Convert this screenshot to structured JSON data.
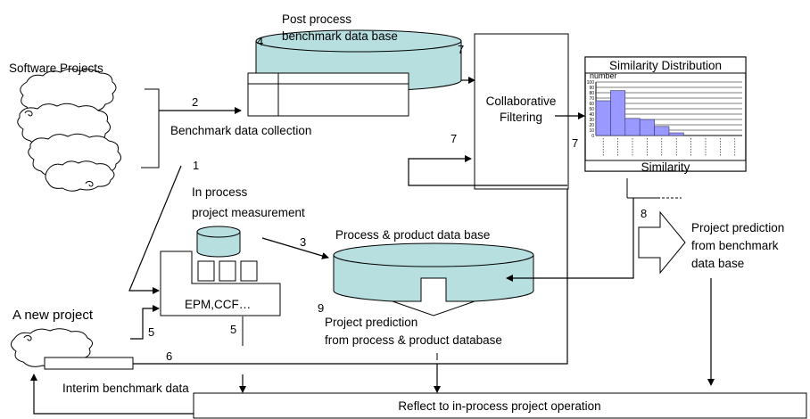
{
  "labels": {
    "software_projects": "Software Projects",
    "post_process_line1": "Post process",
    "post_process_line2": "benchmark data base",
    "benchmark_collection": "Benchmark data collection",
    "collaborative_line1": "Collaborative",
    "collaborative_line2": "Filtering",
    "in_process_line1": "In process",
    "in_process_line2": "project measurement",
    "process_product_db": "Process & product data base",
    "epm_ccf": "EPM,CCF…",
    "a_new_project": "A new project",
    "prediction_pp_line1": "Project prediction",
    "prediction_pp_line2": "from process & product database",
    "prediction_bm_line1": "Project prediction",
    "prediction_bm_line2": "from benchmark",
    "prediction_bm_line3": "data base",
    "interim_benchmark": "Interim benchmark data",
    "reflect": "Reflect to in-process project operation"
  },
  "step_numbers": {
    "n1": "1",
    "n2": "2",
    "n3": "3",
    "n4": "4",
    "n5a": "5",
    "n5b": "5",
    "n6": "6",
    "n7a": "7",
    "n7b": "7",
    "n7c": "7",
    "n8": "8",
    "n9": "9"
  },
  "chart_data": {
    "type": "bar",
    "title": "Similarity Distribution",
    "ylabel": "number",
    "xlabel": "Similarity",
    "ylim": [
      0,
      100
    ],
    "yticks": [
      0,
      10,
      20,
      30,
      40,
      50,
      60,
      70,
      80,
      90,
      100
    ],
    "values": [
      65,
      84,
      32,
      30,
      17,
      5,
      0,
      0,
      0,
      0
    ],
    "grid": true
  }
}
